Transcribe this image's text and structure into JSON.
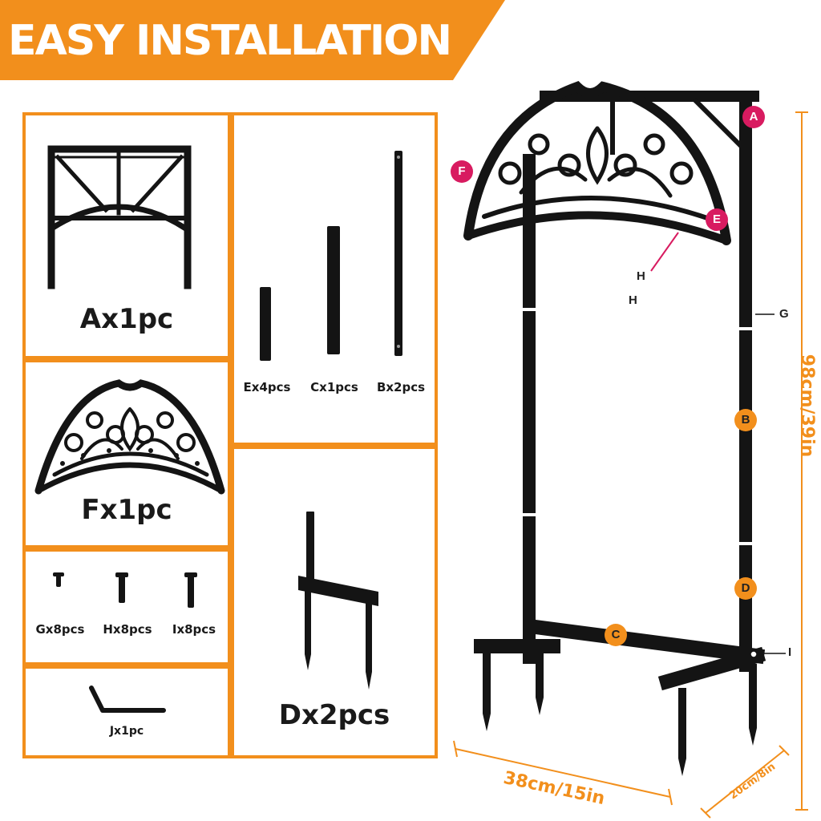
{
  "banner": {
    "title": "EASY INSTALLATION"
  },
  "parts": {
    "a": "Ax1pc",
    "e": "Ex4pcs",
    "c": "Cx1pcs",
    "b": "Bx2pcs",
    "f": "Fx1pc",
    "g": "Gx8pcs",
    "h": "Hx8pcs",
    "i": "Ix8pcs",
    "d": "Dx2pcs",
    "j": "Jx1pc"
  },
  "callouts": {
    "a": "A",
    "b": "B",
    "c": "C",
    "d": "D",
    "e": "E",
    "f": "F",
    "g": "G",
    "h1": "H",
    "h2": "H",
    "i": "I"
  },
  "dimensions": {
    "height": "98cm/39in",
    "width": "38cm/15in",
    "depth": "20cm/8in"
  },
  "colors": {
    "accent": "#f28f1c",
    "callout_pink": "#d81b60",
    "metal": "#141414"
  }
}
